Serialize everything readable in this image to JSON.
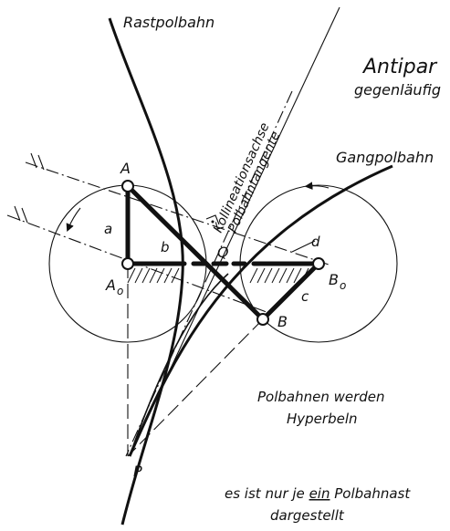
{
  "labels": {
    "rastpolbahn": "Rastpolbahn",
    "kollineationsachse": "Kollineationsachse",
    "polbahntangente": "Polbahntangente",
    "antipar": "Antipar",
    "gegenlaeufig": "gegenläufig",
    "gangpolbahn": "Gangpolbahn",
    "point_A": "A",
    "point_A0": "A",
    "point_A0_sub": "o",
    "point_B": "B",
    "point_B0": "B",
    "point_B0_sub": "o",
    "point_P": "P",
    "point_Q": "Q",
    "link_a": "a",
    "link_b": "b",
    "link_c": "c",
    "link_d": "d",
    "note1_line1": "Polbahnen werden",
    "note1_line2": "Hyperbeln",
    "note2_line1_pre": "es ist nur je ",
    "note2_line1_em": "ein",
    "note2_line1_post": " Polbahnast",
    "note2_line2": "dargestellt"
  },
  "colors": {
    "ink": "#111111",
    "background": "#ffffff"
  }
}
